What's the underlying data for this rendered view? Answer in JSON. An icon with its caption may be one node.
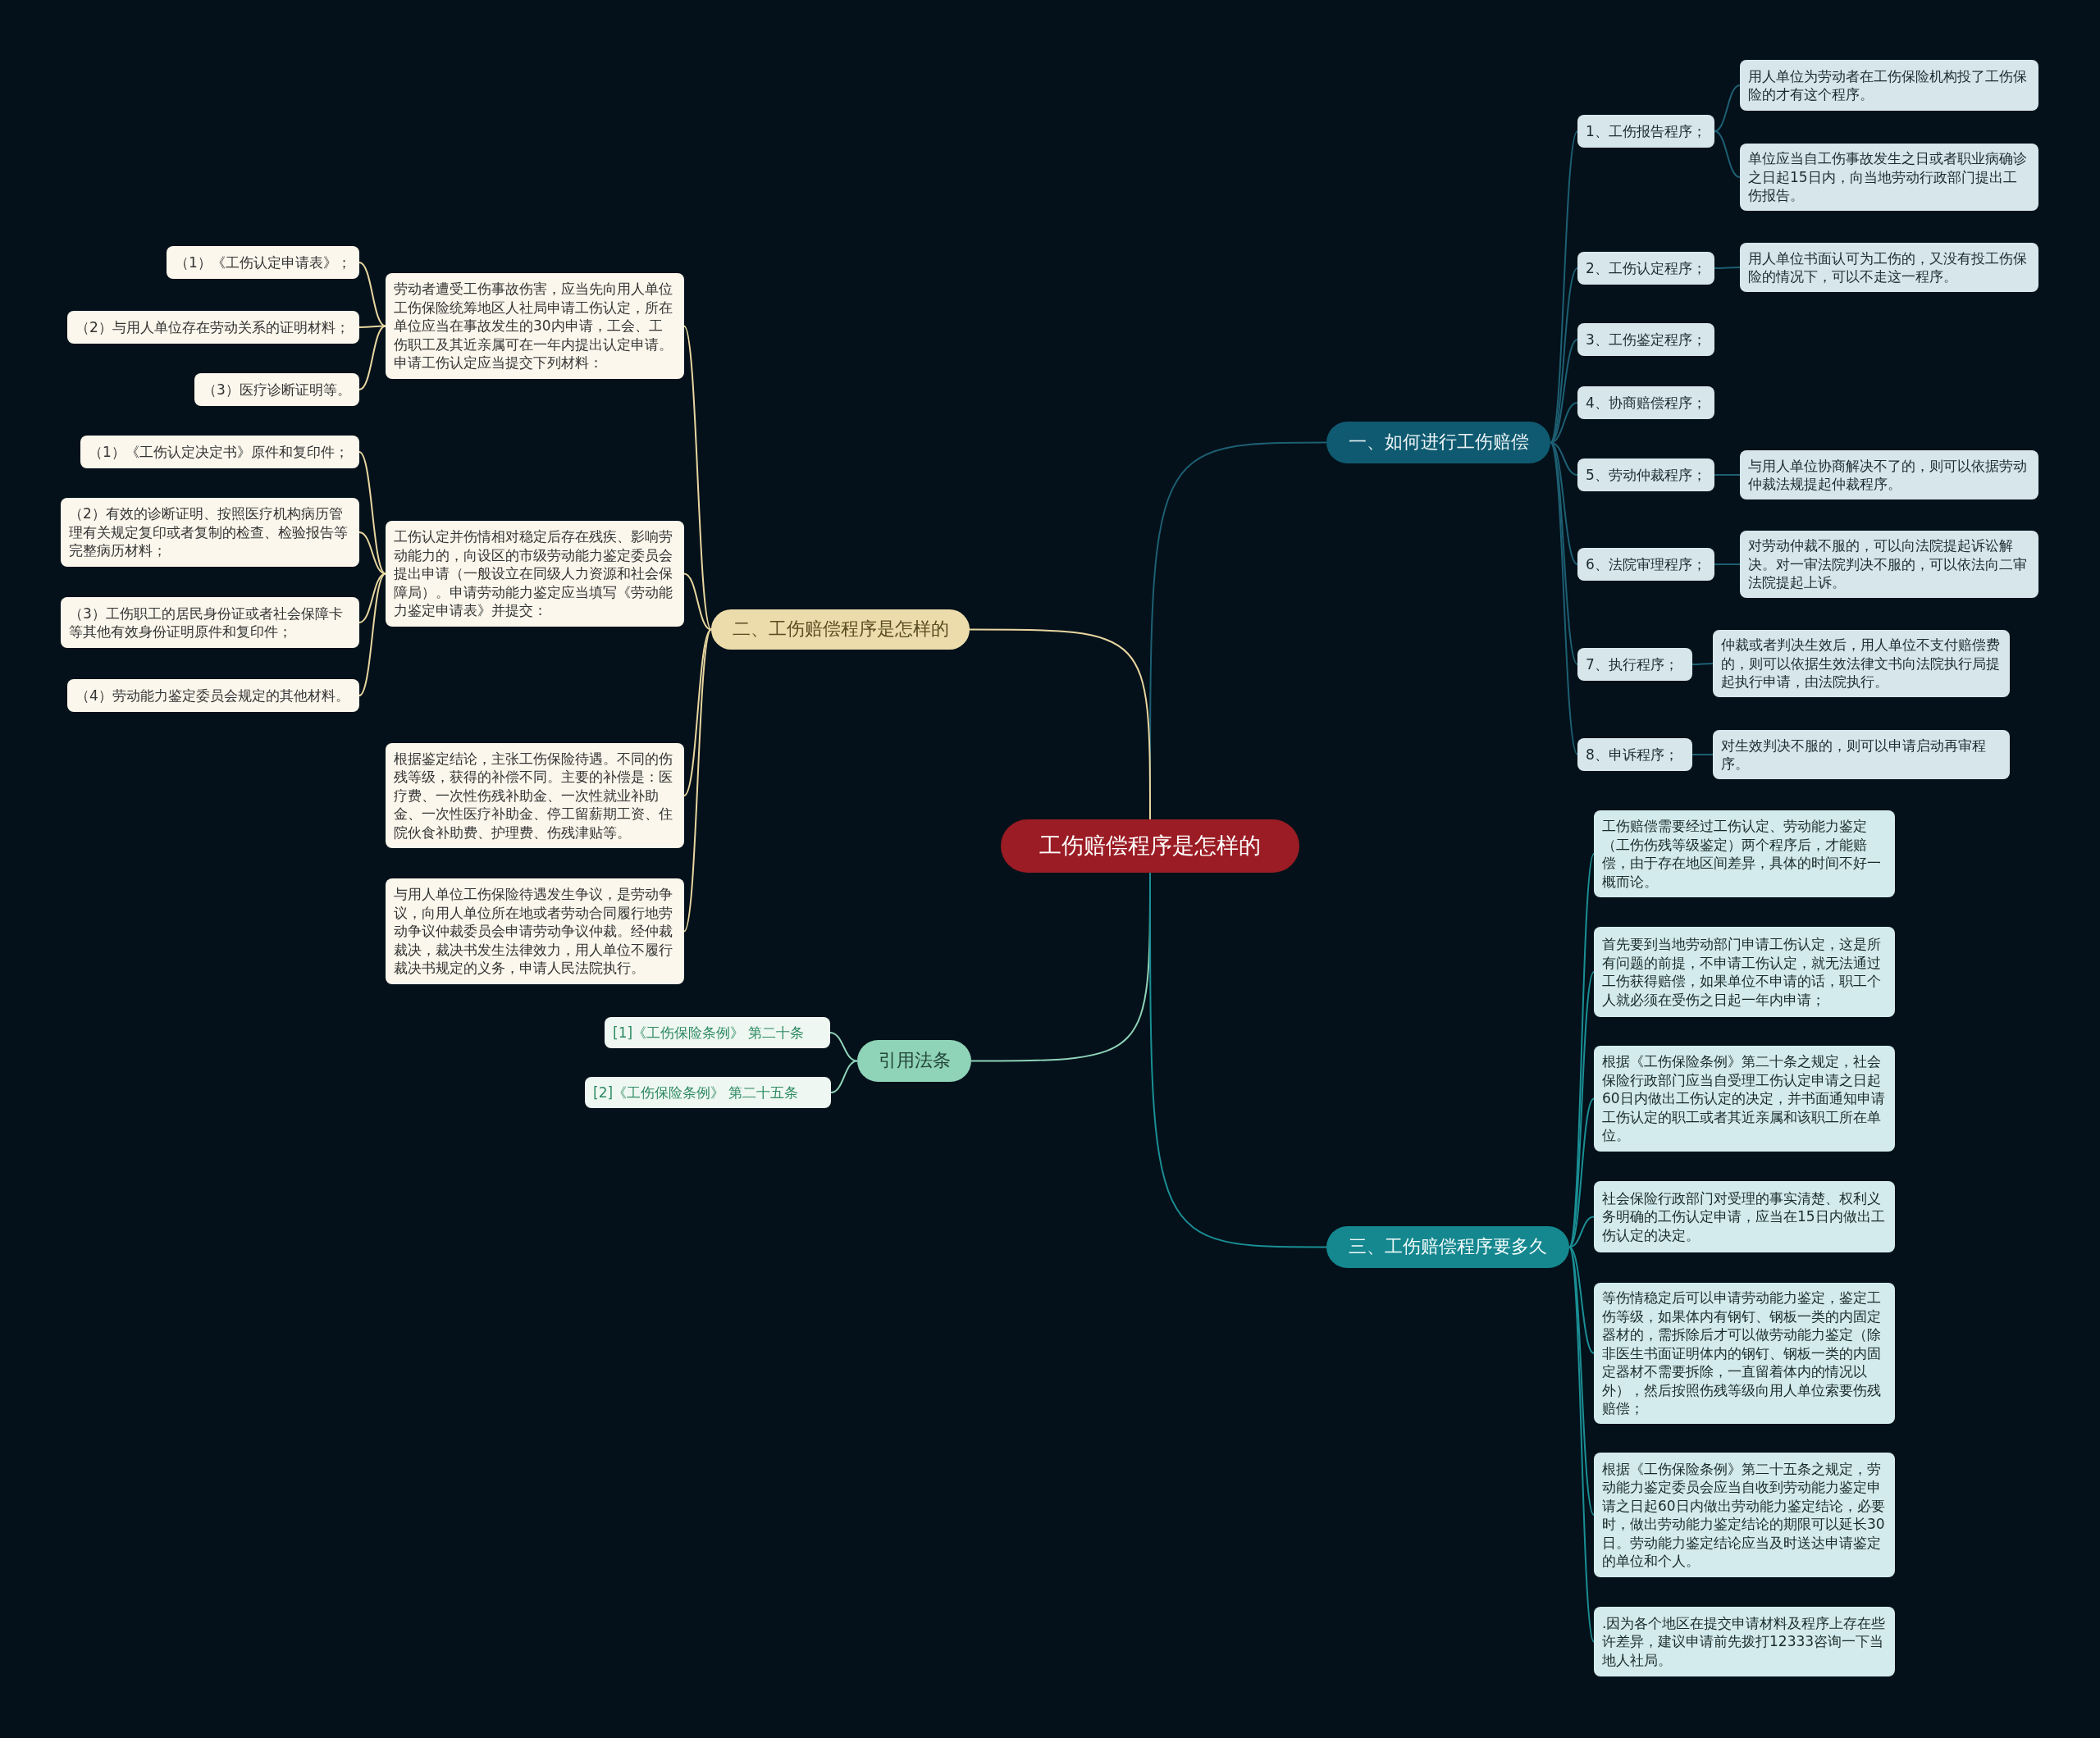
{
  "diagram": {
    "nodes": [
      {
        "text": [
          "工伤赔偿程序是怎样的"
        ]
      },
      {
        "text": [
          "一、如何进行工伤赔偿"
        ]
      },
      {
        "text": [
          "1、工伤报告程序；"
        ]
      },
      {
        "text": [
          "用人单位为劳动者在工伤保险机构投了工伤保险的才有这个程序。"
        ]
      },
      {
        "text": [
          "单位应当自工伤事故发生之日或者职业病确诊之日起15日内，向当地劳动行政部门提出工伤报告。"
        ]
      },
      {
        "text": [
          "2、工伤认定程序；"
        ]
      },
      {
        "text": [
          "用人单位书面认可为工伤的，又没有投工伤保险的情况下，可以不走这一程序。"
        ]
      },
      {
        "text": [
          "3、工伤鉴定程序；"
        ]
      },
      {
        "text": [
          "4、协商赔偿程序；"
        ]
      },
      {
        "text": [
          "5、劳动仲裁程序；"
        ]
      },
      {
        "text": [
          "与用人单位协商解决不了的，则可以依据劳动仲裁法规提起仲裁程序。"
        ]
      },
      {
        "text": [
          "6、法院审理程序；"
        ]
      },
      {
        "text": [
          "对劳动仲裁不服的，可以向法院提起诉讼解决。对一审法院判决不服的，可以依法向二审法院提起上诉。"
        ]
      },
      {
        "text": [
          "7、执行程序；"
        ]
      },
      {
        "text": [
          "仲裁或者判决生效后，用人单位不支付赔偿费的，则可以依据生效法律文书向法院执行局提起执行申请，由法院执行。"
        ]
      },
      {
        "text": [
          "8、申诉程序；"
        ]
      },
      {
        "text": [
          "对生效判决不服的，则可以申请启动再审程序。"
        ]
      },
      {
        "text": [
          "二、工伤赔偿程序是怎样的"
        ]
      },
      {
        "text": [
          "劳动者遭受工伤事故伤害，应当先向用人单位工伤保险统筹地区人社局申请工伤认定，所在单位应当在事故发生的30内申请，工会、工伤职工及其近亲属可在一年内提出认定申请。申请工伤认定应当提交下列材料："
        ]
      },
      {
        "text": [
          "（1）《工伤认定申请表》；"
        ]
      },
      {
        "text": [
          "（2）与用人单位存在劳动关系的证明材料；"
        ]
      },
      {
        "text": [
          "（3）医疗诊断证明等。"
        ]
      },
      {
        "text": [
          "工伤认定并伤情相对稳定后存在残疾、影响劳动能力的，向设区的市级劳动能力鉴定委员会提出申请（一般设立在同级人力资源和社会保障局）。申请劳动能力鉴定应当填写《劳动能力鉴定申请表》并提交："
        ]
      },
      {
        "text": [
          "（1）《工伤认定决定书》原件和复印件；"
        ]
      },
      {
        "text": [
          "（2）有效的诊断证明、按照医疗机构病历管理有关规定复印或者复制的检查、检验报告等完整病历材料；"
        ]
      },
      {
        "text": [
          "（3）工伤职工的居民身份证或者社会保障卡等其他有效身份证明原件和复印件；"
        ]
      },
      {
        "text": [
          "（4）劳动能力鉴定委员会规定的其他材料。"
        ]
      },
      {
        "text": [
          "根据鉴定结论，主张工伤保险待遇。不同的伤残等级，获得的补偿不同。主要的补偿是：医疗费、一次性伤残补助金、一次性就业补助金、一次性医疗补助金、停工留薪期工资、住院伙食补助费、护理费、伤残津贴等。"
        ]
      },
      {
        "text": [
          "与用人单位工伤保险待遇发生争议，是劳动争议，向用人单位所在地或者劳动合同履行地劳动争议仲裁委员会申请劳动争议仲裁。经仲裁裁决，裁决书发生法律效力，用人单位不履行裁决书规定的义务，申请人民法院执行。"
        ]
      },
      {
        "text": [
          "引用法条"
        ]
      },
      {
        "text": [
          "[1]《工伤保险条例》 第二十条"
        ]
      },
      {
        "text": [
          "[2]《工伤保险条例》 第二十五条"
        ]
      },
      {
        "text": [
          "三、工伤赔偿程序要多久"
        ]
      },
      {
        "text": [
          "工伤赔偿需要经过工伤认定、劳动能力鉴定（工伤伤残等级鉴定）两个程序后，才能赔偿，由于存在地区间差异，具体的时间不好一概而论。"
        ]
      },
      {
        "text": [
          "首先要到当地劳动部门申请工伤认定，这是所有问题的前提，不申请工伤认定，就无法通过工伤获得赔偿，如果单位不申请的话，职工个人就必须在受伤之日起一年内申请；"
        ]
      },
      {
        "text": [
          "根据《工伤保险条例》第二十条之规定，社会保险行政部门应当自受理工伤认定申请之日起60日内做出工伤认定的决定，并书面通知申请工伤认定的职工或者其近亲属和该职工所在单位。"
        ]
      },
      {
        "text": [
          "社会保险行政部门对受理的事实清楚、权利义务明确的工伤认定申请，应当在15日内做出工伤认定的决定。"
        ]
      },
      {
        "text": [
          "等伤情稳定后可以申请劳动能力鉴定，鉴定工伤等级，如果体内有钢钉、钢板一类的内固定器材的，需拆除后才可以做劳动能力鉴定（除非医生书面证明体内的钢钉、钢板一类的内固定器材不需要拆除，一直留着体内的情况以外），然后按照伤残等级向用人单位索要伤残赔偿；"
        ]
      },
      {
        "text": [
          "根据《工伤保险条例》第二十五条之规定，劳动能力鉴定委员会应当自收到劳动能力鉴定申请之日起60日内做出劳动能力鉴定结论，必要时，做出劳动能力鉴定结论的期限可以延长30日。劳动能力鉴定结论应当及时送达申请鉴定的单位和个人。"
        ]
      },
      {
        "text": [
          ".因为各个地区在提交申请材料及程序上存在些许差异，建议申请前先拨打12333咨询一下当地人社局。"
        ]
      }
    ],
    "edges": [
      {
        "from": 0,
        "to": 1,
        "arrow": "none"
      },
      {
        "from": 0,
        "to": 17,
        "arrow": "none",
        "color": "#e8d6a0"
      },
      {
        "from": 0,
        "to": 29,
        "arrow": "none",
        "color": "#8fd3b8"
      },
      {
        "from": 0,
        "to": 32,
        "arrow": "none",
        "color": "#1a8f95"
      },
      {
        "from": 1,
        "to": 2,
        "arrow": "none"
      },
      {
        "from": 1,
        "to": 5,
        "arrow": "none"
      },
      {
        "from": 1,
        "to": 7,
        "arrow": "none"
      },
      {
        "from": 1,
        "to": 8,
        "arrow": "none"
      },
      {
        "from": 1,
        "to": 9,
        "arrow": "none"
      },
      {
        "from": 1,
        "to": 11,
        "arrow": "none"
      },
      {
        "from": 1,
        "to": 13,
        "arrow": "none"
      },
      {
        "from": 1,
        "to": 15,
        "arrow": "none"
      },
      {
        "from": 2,
        "to": 3,
        "arrow": "none"
      },
      {
        "from": 2,
        "to": 4,
        "arrow": "none"
      },
      {
        "from": 5,
        "to": 6,
        "arrow": "none"
      },
      {
        "from": 9,
        "to": 10,
        "arrow": "none"
      },
      {
        "from": 11,
        "to": 12,
        "arrow": "none"
      },
      {
        "from": 13,
        "to": 14,
        "arrow": "none"
      },
      {
        "from": 15,
        "to": 16,
        "arrow": "none"
      },
      {
        "from": 17,
        "to": 18,
        "arrow": "none",
        "color": "#e8d6a0"
      },
      {
        "from": 17,
        "to": 22,
        "arrow": "none",
        "color": "#e8d6a0"
      },
      {
        "from": 17,
        "to": 27,
        "arrow": "none",
        "color": "#e8d6a0"
      },
      {
        "from": 17,
        "to": 28,
        "arrow": "none",
        "color": "#e8d6a0"
      },
      {
        "from": 18,
        "to": 19,
        "arrow": "none",
        "color": "#e8d6a0"
      },
      {
        "from": 18,
        "to": 20,
        "arrow": "none",
        "color": "#e8d6a0"
      },
      {
        "from": 18,
        "to": 21,
        "arrow": "none",
        "color": "#e8d6a0"
      },
      {
        "from": 22,
        "to": 23,
        "arrow": "none",
        "color": "#e8d6a0"
      },
      {
        "from": 22,
        "to": 24,
        "arrow": "none",
        "color": "#e8d6a0"
      },
      {
        "from": 22,
        "to": 25,
        "arrow": "none",
        "color": "#e8d6a0"
      },
      {
        "from": 22,
        "to": 26,
        "arrow": "none",
        "color": "#e8d6a0"
      },
      {
        "from": 29,
        "to": 30,
        "arrow": "none",
        "color": "#8fd3b8"
      },
      {
        "from": 29,
        "to": 31,
        "arrow": "none",
        "color": "#8fd3b8"
      },
      {
        "from": 32,
        "to": 33,
        "arrow": "none",
        "color": "#1a8f95"
      },
      {
        "from": 32,
        "to": 34,
        "arrow": "none",
        "color": "#1a8f95"
      },
      {
        "from": 32,
        "to": 35,
        "arrow": "none",
        "color": "#1a8f95"
      },
      {
        "from": 32,
        "to": 36,
        "arrow": "none",
        "color": "#1a8f95"
      },
      {
        "from": 32,
        "to": 37,
        "arrow": "none",
        "color": "#1a8f95"
      },
      {
        "from": 32,
        "to": 38,
        "arrow": "none",
        "color": "#1a8f95"
      },
      {
        "from": 32,
        "to": 39,
        "arrow": "none",
        "color": "#1a8f95"
      }
    ]
  }
}
